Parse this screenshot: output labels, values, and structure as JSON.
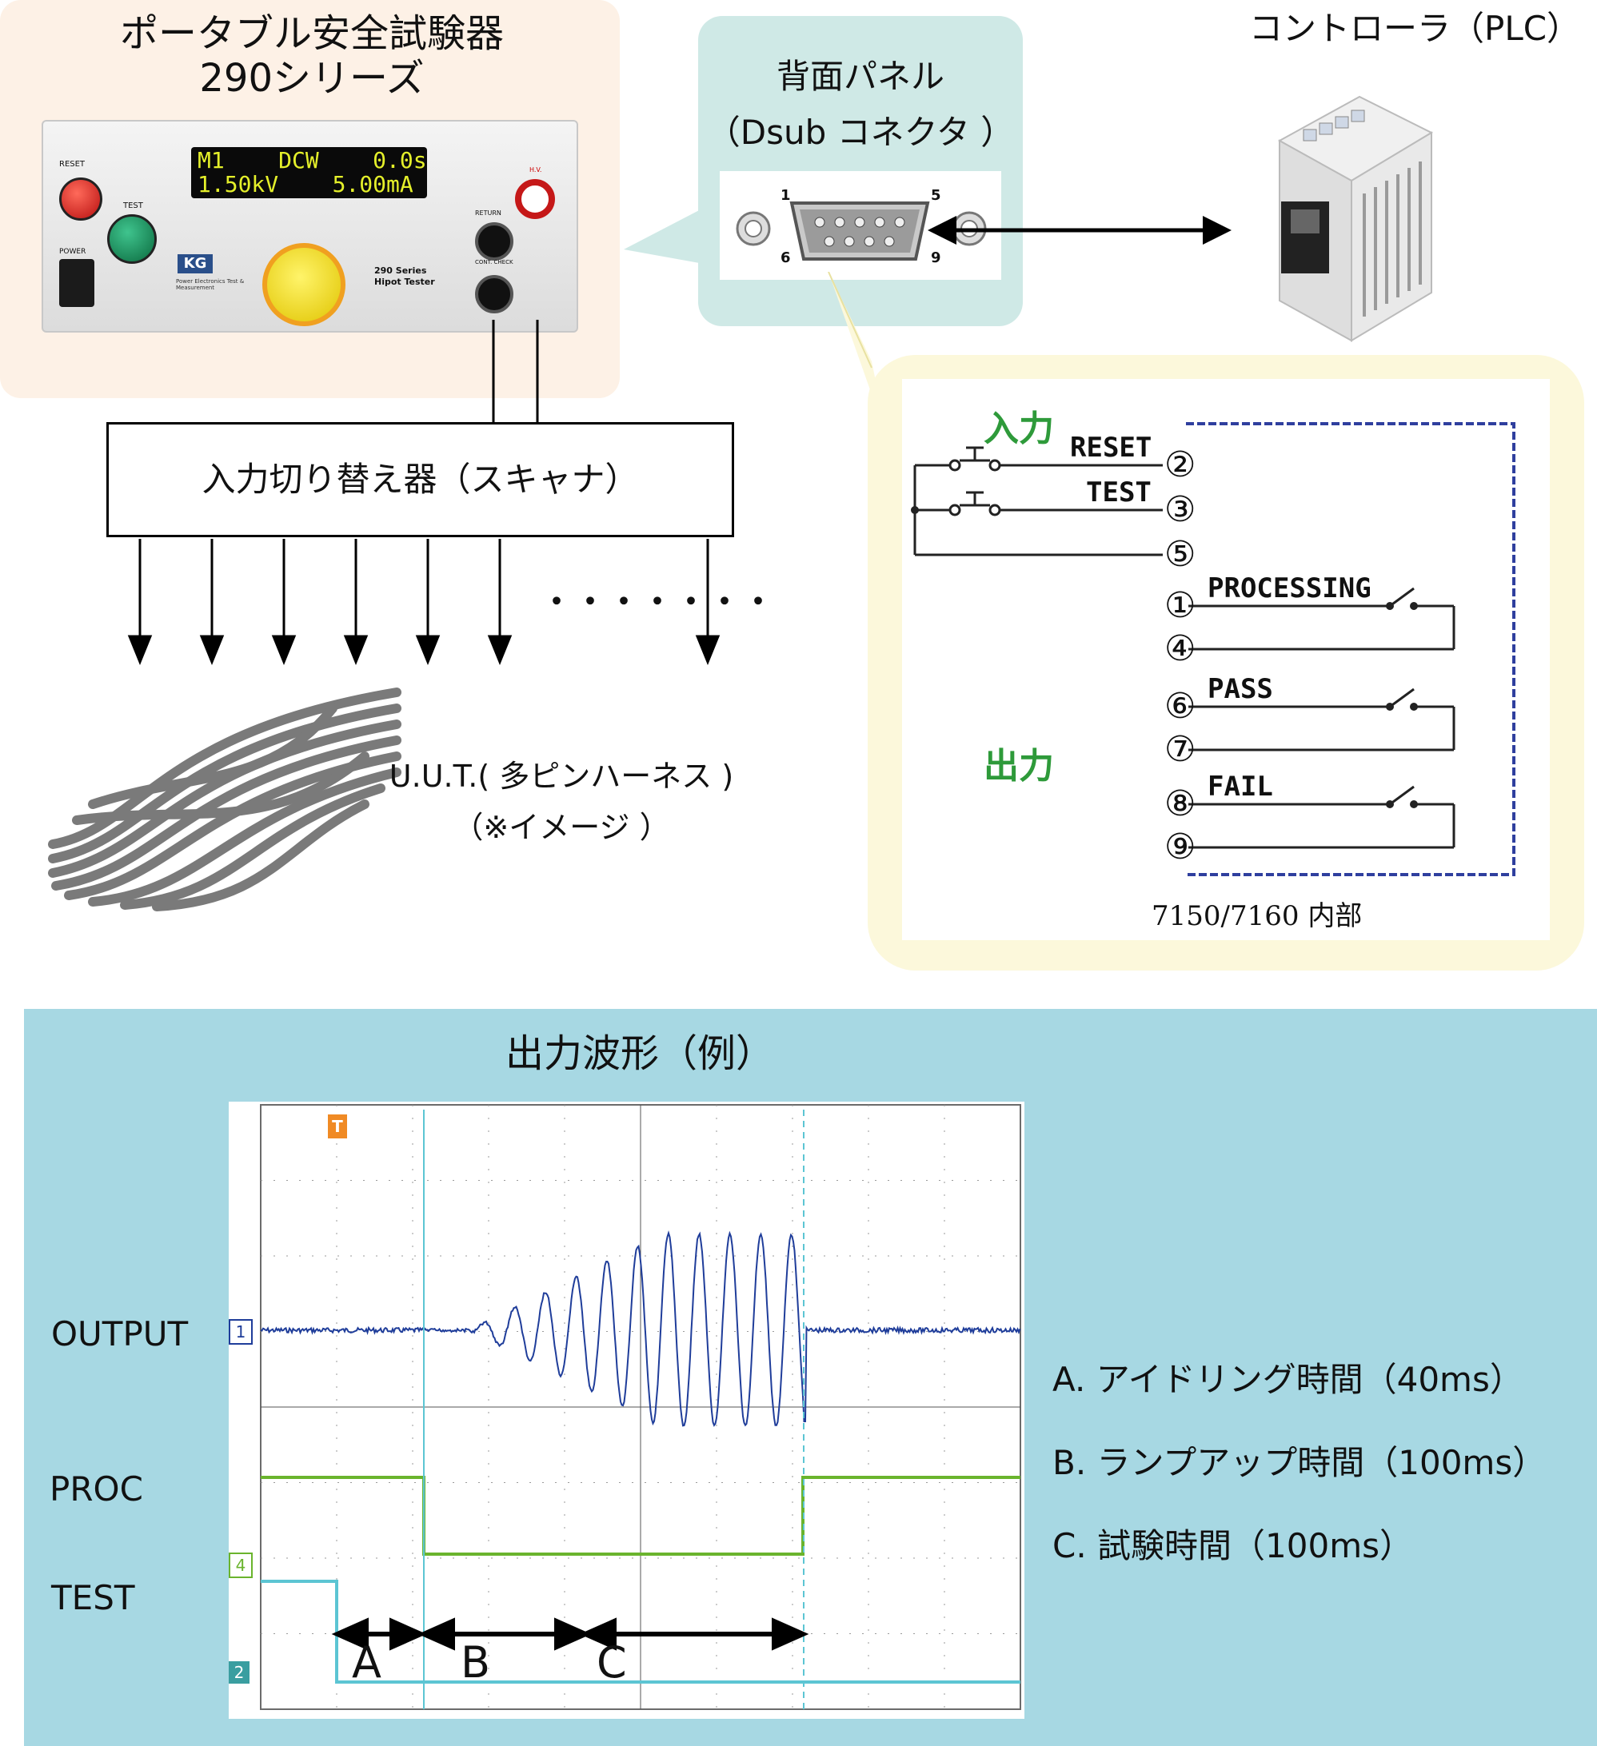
{
  "device": {
    "title_line1": "ポータブル安全試験器",
    "title_line2": "290シリーズ",
    "lcd_line1": "M1    DCW    0.0s",
    "lcd_line2": "1.50kV    5.00mA",
    "reset_label": "RESET",
    "test_label": "TEST",
    "power_label": "POWER",
    "return_label": "RETURN",
    "cont_check_label": "CONT. CHECK",
    "hv_label": "H.V.",
    "brand": "KG",
    "brand_sub": "Power Electronics Test & Measurement",
    "model_line1": "290 Series",
    "model_line2": "Hipot Tester"
  },
  "rear_panel": {
    "title": "背面パネル",
    "subtitle": "（Dsub コネクタ ）",
    "pin_1": "1",
    "pin_5": "5",
    "pin_6": "6",
    "pin_9": "9"
  },
  "controller": {
    "label": "コントローラ（PLC）"
  },
  "scanner": {
    "label": "入力切り替え器（スキャナ）",
    "ellipsis": "・・・・・・・"
  },
  "uut": {
    "line1": "U.U.T.( 多ピンハーネス )",
    "line2": "（※イメージ ）"
  },
  "interface": {
    "input_label": "入力",
    "output_label": "出力",
    "reset": "RESET",
    "test": "TEST",
    "processing": "PROCESSING",
    "pass": "PASS",
    "fail": "FAIL",
    "pin_2": "②",
    "pin_3": "③",
    "pin_5": "⑤",
    "pin_1": "①",
    "pin_4": "④",
    "pin_6": "⑥",
    "pin_7": "⑦",
    "pin_8": "⑧",
    "pin_9": "⑨",
    "footer": "7150/7160 内部"
  },
  "waveform": {
    "title": "出力波形（例）",
    "output_label": "OUTPUT",
    "proc_label": "PROC",
    "test_label": "TEST",
    "ch1_marker": "1",
    "ch4_marker": "4",
    "ch2_marker": "2",
    "trigger_marker": "T",
    "legend": [
      "A. アイドリング時間（40ms）",
      "B. ランプアップ時間（100ms）",
      "C. 試験時間（100ms）"
    ],
    "seg_a": "A",
    "seg_b": "B",
    "seg_c": "C",
    "colors": {
      "output": "#1f3d9a",
      "proc": "#6ab42d",
      "test": "#5cc5d3",
      "trigger": "#f08a24"
    }
  },
  "colors": {
    "device_panel": "#fdf1e6",
    "rear_panel": "#cfe9e6",
    "interface_panel": "#fcf8db",
    "waveform_panel": "#a7d8e3",
    "green_text": "#2e9a3a",
    "dashed_blue": "#2f3f9e"
  }
}
